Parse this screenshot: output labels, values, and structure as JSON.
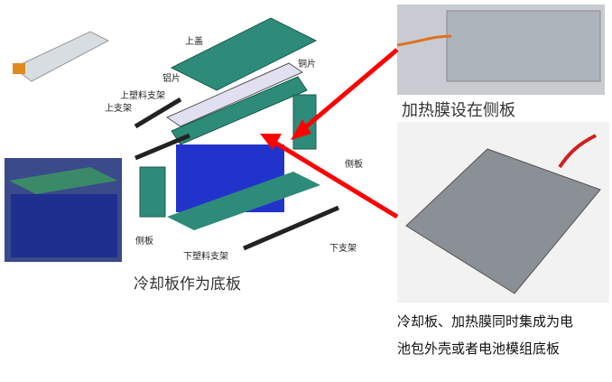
{
  "labels": {
    "top_cover": "上盖",
    "copper_sheet": "铜片",
    "aluminum_sheet": "铝片",
    "upper_plastic_bracket": "上塑料支架",
    "upper_bracket": "上支架",
    "side_plate_right": "侧板",
    "side_plate_left": "侧板",
    "lower_plastic_bracket": "下塑料支架",
    "lower_bracket": "下支架"
  },
  "captions": {
    "cooling_plate": "冷却板作为底板",
    "heating_film": "加热膜设在侧板",
    "integrated_line1": "冷却板、加热膜同时集成为电",
    "integrated_line2": "池包外壳或者电池模组底板"
  },
  "colors": {
    "arrow": "#ff0000",
    "module_green": "#2e8b7a",
    "cell_blue": "#2233cc"
  }
}
